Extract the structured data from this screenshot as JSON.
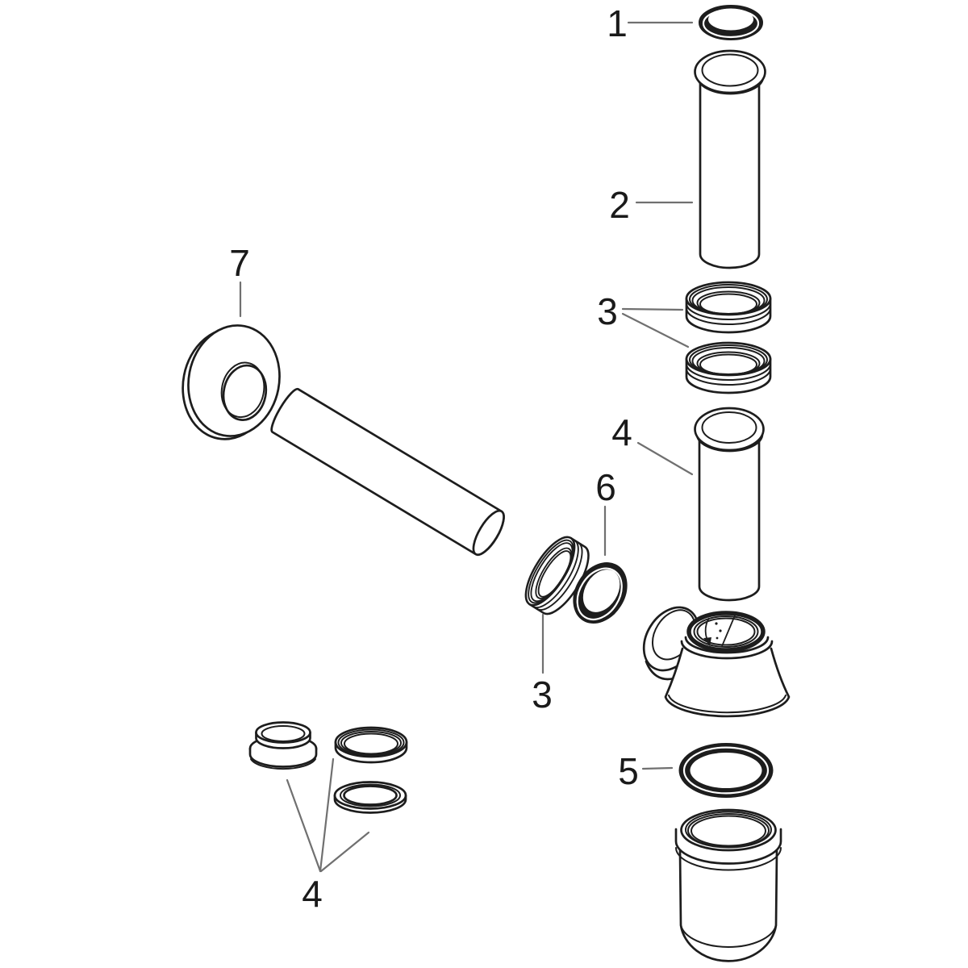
{
  "diagram": {
    "type": "exploded-parts-diagram",
    "background": "#ffffff",
    "outline_color": "#1d1d1d",
    "leader_color": "#707070",
    "label_color": "#1a1a1a",
    "callouts": [
      {
        "id": "callout-1-seal-ring",
        "text": "1"
      },
      {
        "id": "callout-2-tail-pipe",
        "text": "2"
      },
      {
        "id": "callout-3-nuts-right",
        "text": "3"
      },
      {
        "id": "callout-4-inlet-pipe",
        "text": "4"
      },
      {
        "id": "callout-6-compression-ring",
        "text": "6"
      },
      {
        "id": "callout-3-nut-lower",
        "text": "3"
      },
      {
        "id": "callout-5-o-ring",
        "text": "5"
      },
      {
        "id": "callout-4-gasket-set",
        "text": "4"
      },
      {
        "id": "callout-7-wall-flange",
        "text": "7"
      }
    ]
  }
}
